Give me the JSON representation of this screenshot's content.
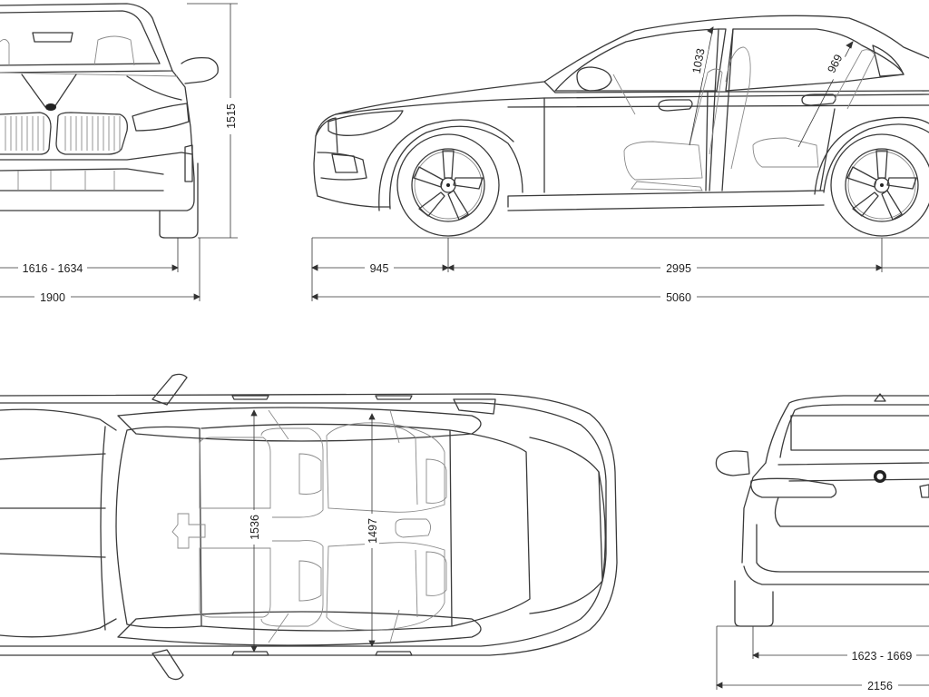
{
  "dimensions": {
    "height": "1515",
    "front_track": "1616 - 1634",
    "width": "1900",
    "front_overhang": "945",
    "wheelbase": "2995",
    "length": "5060",
    "front_headroom": "1033",
    "rear_headroom": "969",
    "front_shoulder_width": "1536",
    "rear_shoulder_width": "1497",
    "rear_track": "1623 - 1669",
    "width_with_mirrors": "2156"
  },
  "colors": {
    "line": "#3a3a3a",
    "background": "#ffffff"
  },
  "views": [
    "front-view",
    "side-view",
    "top-view",
    "rear-view"
  ]
}
